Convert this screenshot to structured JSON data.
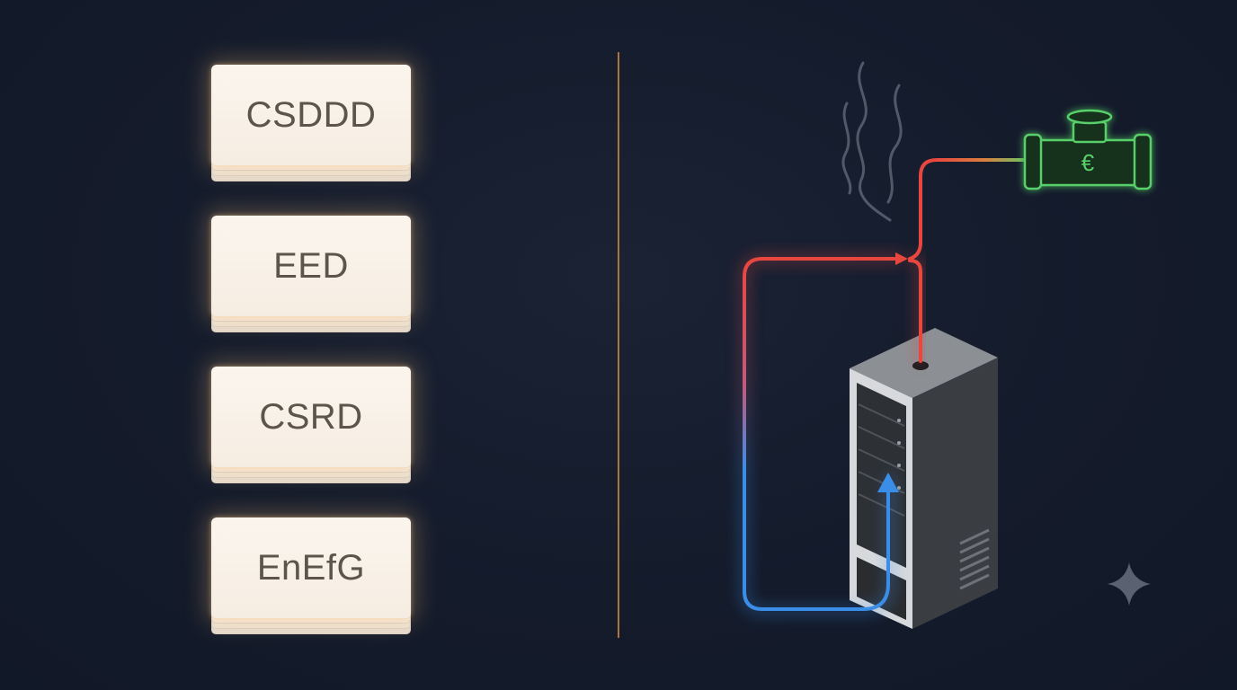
{
  "regulations": [
    {
      "label": "CSDDD"
    },
    {
      "label": "EED"
    },
    {
      "label": "CSRD"
    },
    {
      "label": "EnEfG"
    }
  ],
  "heat_valve": {
    "symbol": "€"
  },
  "colors": {
    "background": "#141b2b",
    "card_glow": "#ffc478",
    "divider": "#b07338",
    "hot_pipe": "#e8473f",
    "cold_pipe": "#3b8ee8",
    "valve_green": "#59d06a",
    "server": "#3a3d42"
  },
  "icons": [
    "stacked-card-icon",
    "server-rack-icon",
    "heat-pipe-icon",
    "euro-valve-icon",
    "steam-icon",
    "sparkle-icon"
  ]
}
